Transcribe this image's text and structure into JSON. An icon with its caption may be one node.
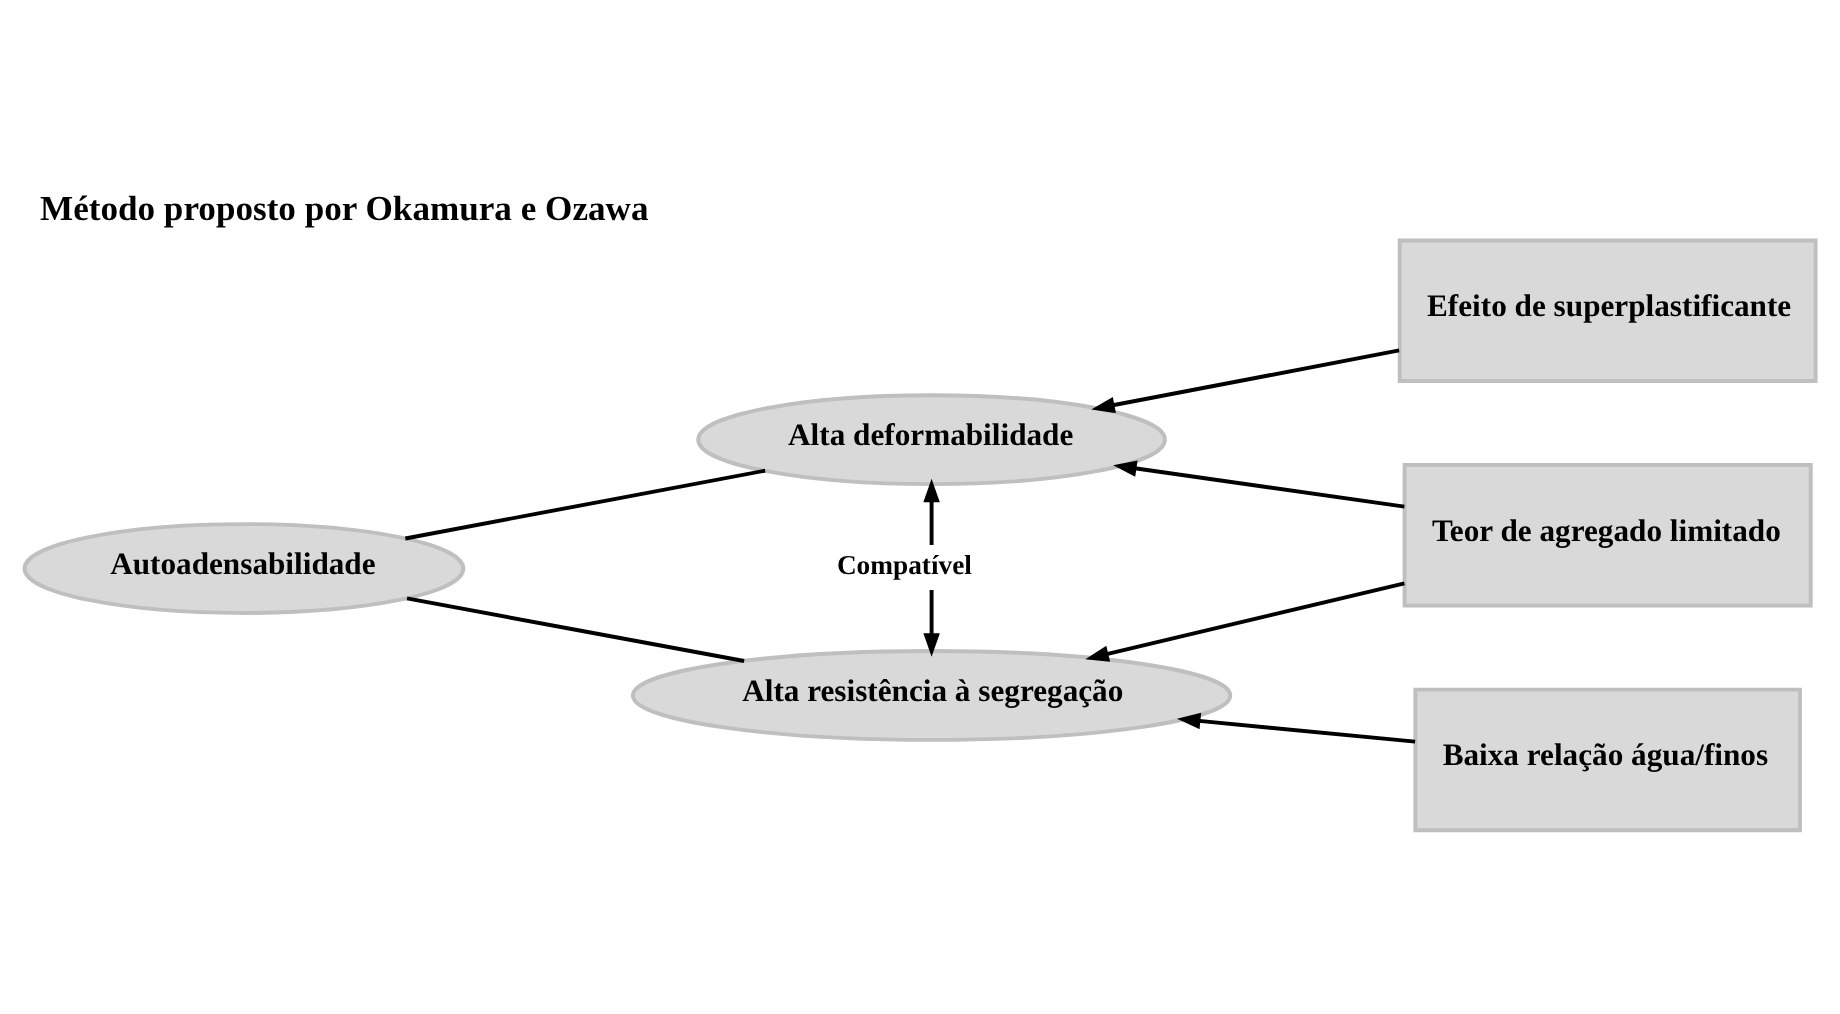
{
  "diagram": {
    "title": "Método proposto por Okamura e Ozawa",
    "nodes": [
      {
        "text": [
          "Autoadensabilidade"
        ]
      },
      {
        "text": [
          "Alta deformabilidade"
        ]
      },
      {
        "text": [
          "Alta resistência à segregação"
        ]
      },
      {
        "text": [
          "Teor de agregado limitado"
        ]
      },
      {
        "text": [
          "Efeito de superplastificante"
        ]
      },
      {
        "text": [
          "Baixa relação água/finos"
        ]
      }
    ],
    "edges": [
      {
        "from": 0,
        "to": 1,
        "arrow": "none"
      },
      {
        "from": 0,
        "to": 2,
        "arrow": "none"
      },
      {
        "from": 1,
        "to": 2,
        "arrow": "both",
        "label": "Compatível"
      },
      {
        "from": 3,
        "to": 1,
        "arrow": "to"
      },
      {
        "from": 3,
        "to": 2,
        "arrow": "to"
      },
      {
        "from": 4,
        "to": 1,
        "arrow": "to"
      },
      {
        "from": 5,
        "to": 2,
        "arrow": "to"
      }
    ]
  }
}
